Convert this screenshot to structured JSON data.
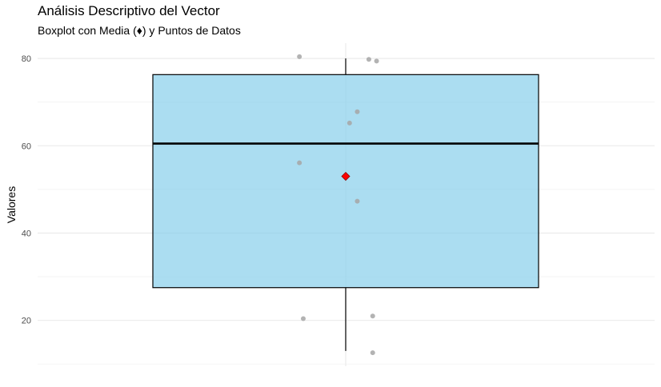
{
  "chart_data": {
    "type": "boxplot",
    "title": "Análisis Descriptivo del Vector",
    "subtitle": "Boxplot con Media (♦) y Puntos de Datos",
    "xlabel": "",
    "ylabel": "Valores",
    "ylim": [
      9.5,
      83.5
    ],
    "yticks": [
      20,
      40,
      60,
      80
    ],
    "grid": true,
    "box": {
      "min": 13.0,
      "q1": 27.5,
      "median": 60.5,
      "q3": 76.3,
      "max": 80.0,
      "mean": 53.0,
      "fill": "#87CEEB",
      "outline": "#000000"
    },
    "mean_marker_color": "#FF0000",
    "point_color": "#A6A6A6",
    "points": [
      {
        "x": -0.12,
        "y": 80.4
      },
      {
        "x": 0.06,
        "y": 79.8
      },
      {
        "x": 0.08,
        "y": 79.4
      },
      {
        "x": 0.03,
        "y": 67.8
      },
      {
        "x": 0.01,
        "y": 65.2
      },
      {
        "x": -0.12,
        "y": 56.1
      },
      {
        "x": 0.03,
        "y": 47.3
      },
      {
        "x": -0.11,
        "y": 20.4
      },
      {
        "x": 0.07,
        "y": 21.0
      },
      {
        "x": 0.07,
        "y": 12.6
      }
    ]
  }
}
